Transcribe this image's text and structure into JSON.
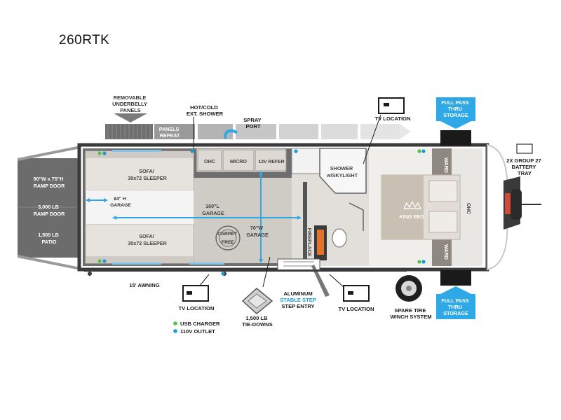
{
  "model": "260RTK",
  "labels": {
    "removable_panels": [
      "REMOVABLE",
      "UNDERBELLY",
      "PANELS"
    ],
    "hot_cold_shower": [
      "HOT/COLD",
      "EXT. SHOWER"
    ],
    "spray_port": [
      "SPRAY",
      "PORT"
    ],
    "panels_repeat": [
      "PANELS",
      "REPEAT"
    ],
    "tv_location_top": "TV LOCATION",
    "full_pass_top": [
      "FULL PASS",
      "THRU",
      "STORAGE"
    ],
    "battery_tray": [
      "2X GROUP 27",
      "BATTERY",
      "TRAY"
    ],
    "ramp_door_size": [
      "90\"W x 75\"H",
      "RAMP DOOR"
    ],
    "ramp_door_weight": [
      "3,000 LB",
      "RAMP DOOR"
    ],
    "patio": [
      "1,500 LB",
      "PATIO"
    ],
    "garage_height": [
      "84\" H",
      "GARAGE"
    ],
    "sofa_top": [
      "SOFA/",
      "30x72 SLEEPER"
    ],
    "sofa_bottom": [
      "SOFA/",
      "30x72 SLEEPER"
    ],
    "garage_length": [
      "160\"L",
      "GARAGE"
    ],
    "garage_width": [
      "70\"W",
      "GARAGE"
    ],
    "carpet_free": [
      "CARPET",
      "FREE"
    ],
    "ohc_kitchen": "OHC",
    "micro": "MICRO",
    "refer": "12V REFER",
    "shower": [
      "SHOWER",
      "w/SKYLIGHT"
    ],
    "fireplace": "FIREPLACE",
    "ward_top": "WARD",
    "ward_bottom": "WARD",
    "king_bed": "KING BED",
    "ohc_bed": "OHC",
    "awning": "15' AWNING",
    "tv_location_left": "TV LOCATION",
    "tie_downs": [
      "1,500 LB",
      "TIE-DOWNS"
    ],
    "step_entry": [
      "ALUMINUM",
      "STABLE STEP",
      "STEP ENTRY"
    ],
    "tv_location_right": "TV LOCATION",
    "spare_tire": [
      "SPARE TIRE",
      "WINCH SYSTEM"
    ],
    "full_pass_bottom": [
      "FULL PASS",
      "THRU",
      "STORAGE"
    ]
  },
  "legend": [
    {
      "label": "USB CHARGER",
      "color": "#55c04a"
    },
    {
      "label": "110V OUTLET",
      "color": "#1a9ad6"
    }
  ],
  "colors": {
    "accent_blue": "#1a9ad6",
    "arrow_blue": "#2ea8e6",
    "usb_green": "#55c04a",
    "floor_gray": "#cfcbc5",
    "garage_gray": "#6f6f6f",
    "wall_dark": "#3a3a3a"
  }
}
